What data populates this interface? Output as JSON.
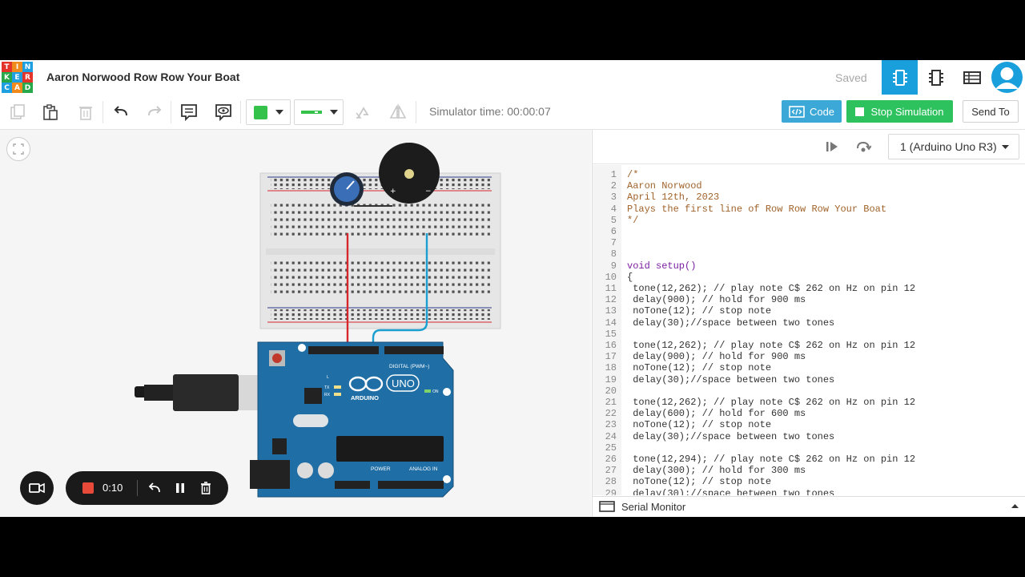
{
  "app": {
    "logo_letters": [
      "T",
      "I",
      "N",
      "K",
      "E",
      "R",
      "C",
      "A",
      "D"
    ],
    "project_title": "Aaron Norwood Row Row Your Boat",
    "saved_label": "Saved"
  },
  "toolbar": {
    "simulator_time": "Simulator time: 00:00:07",
    "code_label": "Code",
    "stop_label": "Stop Simulation",
    "send_label": "Send To",
    "fill_color": "#34c24a"
  },
  "code_panel": {
    "board_select": "1 (Arduino Uno R3)",
    "serial_monitor": "Serial Monitor",
    "lines": [
      {
        "n": "1",
        "t": "/*",
        "c": "cm"
      },
      {
        "n": "2",
        "t": "Aaron Norwood",
        "c": "cm"
      },
      {
        "n": "3",
        "t": "April 12th, 2023",
        "c": "cm"
      },
      {
        "n": "4",
        "t": "Plays the first line of Row Row Row Your Boat",
        "c": "cm"
      },
      {
        "n": "5",
        "t": "*/",
        "c": "cm"
      },
      {
        "n": "6",
        "t": "",
        "c": ""
      },
      {
        "n": "7",
        "t": "",
        "c": ""
      },
      {
        "n": "8",
        "t": "",
        "c": ""
      },
      {
        "n": "9",
        "t": "void setup()",
        "c": "kw"
      },
      {
        "n": "10",
        "t": "{",
        "c": ""
      },
      {
        "n": "11",
        "t": " tone(12,262); // play note C$ 262 on Hz on pin 12",
        "c": ""
      },
      {
        "n": "12",
        "t": " delay(900); // hold for 900 ms",
        "c": ""
      },
      {
        "n": "13",
        "t": " noTone(12); // stop note",
        "c": ""
      },
      {
        "n": "14",
        "t": " delay(30);//space between two tones",
        "c": ""
      },
      {
        "n": "15",
        "t": "",
        "c": ""
      },
      {
        "n": "16",
        "t": " tone(12,262); // play note C$ 262 on Hz on pin 12",
        "c": ""
      },
      {
        "n": "17",
        "t": " delay(900); // hold for 900 ms",
        "c": ""
      },
      {
        "n": "18",
        "t": " noTone(12); // stop note",
        "c": ""
      },
      {
        "n": "19",
        "t": " delay(30);//space between two tones",
        "c": ""
      },
      {
        "n": "20",
        "t": "",
        "c": ""
      },
      {
        "n": "21",
        "t": " tone(12,262); // play note C$ 262 on Hz on pin 12",
        "c": ""
      },
      {
        "n": "22",
        "t": " delay(600); // hold for 600 ms",
        "c": ""
      },
      {
        "n": "23",
        "t": " noTone(12); // stop note",
        "c": ""
      },
      {
        "n": "24",
        "t": " delay(30);//space between two tones",
        "c": ""
      },
      {
        "n": "25",
        "t": "",
        "c": ""
      },
      {
        "n": "26",
        "t": " tone(12,294); // play note C$ 262 on Hz on pin 12",
        "c": ""
      },
      {
        "n": "27",
        "t": " delay(300); // hold for 300 ms",
        "c": ""
      },
      {
        "n": "28",
        "t": " noTone(12); // stop note",
        "c": ""
      },
      {
        "n": "29",
        "t": " delay(30);//space between two tones",
        "c": ""
      }
    ]
  },
  "recorder": {
    "elapsed": "0:10"
  },
  "board": {
    "labels": {
      "digital": "DIGITAL (PWM~)",
      "arduino": "ARDUINO",
      "uno": "UNO",
      "power": "POWER",
      "analog_in": "ANALOG IN",
      "on": "ON",
      "tx": "TX",
      "rx": "RX",
      "l": "L"
    }
  },
  "colors": {
    "accent": "#1a9fdd",
    "stop_green": "#2ec25f",
    "code_blue": "#3ca8d8",
    "board_blue": "#1f6fa6",
    "wire_red": "#d8262d",
    "wire_blue": "#1b9fd0"
  }
}
